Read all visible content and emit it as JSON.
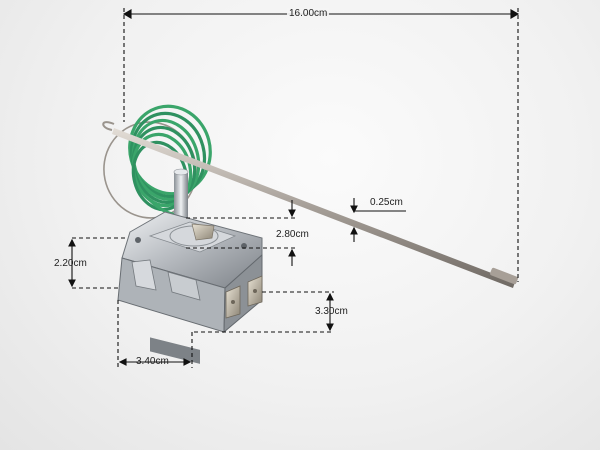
{
  "dimensions": {
    "total_length": "16.00cm",
    "probe_diameter": "0.25cm",
    "shaft_height": "2.80cm",
    "body_width": "2.20cm",
    "body_depth": "3.30cm",
    "body_length": "3.40cm"
  },
  "colors": {
    "background": "#f1f1f1",
    "capillary_wire": "#3aa56a",
    "metal": "#bfc3c7",
    "dimension_line": "#111111"
  }
}
